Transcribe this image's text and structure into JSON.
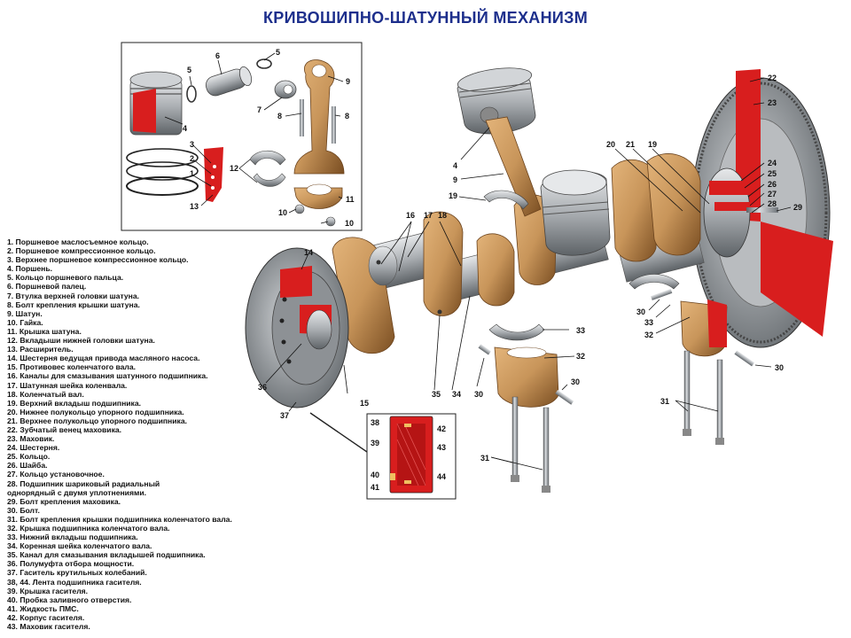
{
  "title": "КРИВОШИПНО-ШАТУННЫЙ МЕХАНИЗМ",
  "legend": [
    "1. Поршневое маслосъемное кольцо.",
    "2. Поршневое компрессионное кольцо.",
    "3. Верхнее поршневое компрессионное кольцо.",
    "4. Поршень.",
    "5. Кольцо поршневого пальца.",
    "6. Поршневой палец.",
    "7. Втулка верхней головки шатуна.",
    "8. Болт крепления крышки шатуна.",
    "9. Шатун.",
    "10. Гайка.",
    "11. Крышка шатуна.",
    "12. Вкладыши нижней головки шатуна.",
    "13. Расширитель.",
    "14. Шестерня ведущая привода масляного насоса.",
    "15. Противовес коленчатого вала.",
    "16. Каналы для смазывания шатунного подшипника.",
    "17. Шатунная шейка коленвала.",
    "18. Коленчатый вал.",
    "19. Верхний вкладыш подшипника.",
    "20. Нижнее полукольцо упорного подшипника.",
    "21. Верхнее полукольцо упорного подшипника.",
    "22. Зубчатый венец маховика.",
    "23. Маховик.",
    "24. Шестерня.",
    "25. Кольцо.",
    "26. Шайба.",
    "27. Кольцо установочное.",
    "28. Подшипник шариковый радиальный однорядный с двумя уплотнениями.",
    "29. Болт крепления маховика.",
    "30. Болт.",
    "31. Болт крепления крышки подшипника коленчатого вала.",
    "32. Крышка подшипника коленчатого вала.",
    "33. Нижний вкладыш подшипника.",
    "34. Коренная шейка коленчатого вала.",
    "35. Канал для смазывания вкладышей подшипника.",
    "36. Полумуфта отбора мощности.",
    "37. Гаситель крутильных колебаний.",
    "38, 44. Лента подшипника гасителя.",
    "39. Крышка гасителя.",
    "40. Пробка заливного отверстия.",
    "41. Жидкость ПМС.",
    "42. Корпус гасителя.",
    "43. Маховик гасителя."
  ],
  "callouts": {
    "c1": "1",
    "c2": "2",
    "c3": "3",
    "c4a": "4",
    "c4b": "4",
    "c5a": "5",
    "c5b": "5",
    "c6": "6",
    "c7": "7",
    "c8a": "8",
    "c8b": "8",
    "c9a": "9",
    "c9b": "9",
    "c10a": "10",
    "c10b": "10",
    "c11": "11",
    "c12": "12",
    "c13": "13",
    "c14": "14",
    "c15": "15",
    "c16": "16",
    "c17": "17",
    "c18": "18",
    "c19a": "19",
    "c19b": "19",
    "c20": "20",
    "c21": "21",
    "c22": "22",
    "c23": "23",
    "c24": "24",
    "c25": "25",
    "c26": "26",
    "c27": "27",
    "c28": "28",
    "c29": "29",
    "c30a": "30",
    "c30b": "30",
    "c30c": "30",
    "c30d": "30",
    "c31a": "31",
    "c31b": "31",
    "c32a": "32",
    "c32b": "32",
    "c33a": "33",
    "c33b": "33",
    "c34": "34",
    "c35": "35",
    "c36": "36",
    "c37": "37",
    "c38": "38",
    "c39": "39",
    "c40": "40",
    "c41": "41",
    "c42": "42",
    "c43": "43",
    "c44": "44"
  },
  "colors": {
    "title": "#1d2f8c",
    "bronze": "#c8955a",
    "bronze_dark": "#8a5a2b",
    "steel": "#b8bcc0",
    "steel_dark": "#6e7378",
    "cutaway_red": "#d81e1e"
  }
}
